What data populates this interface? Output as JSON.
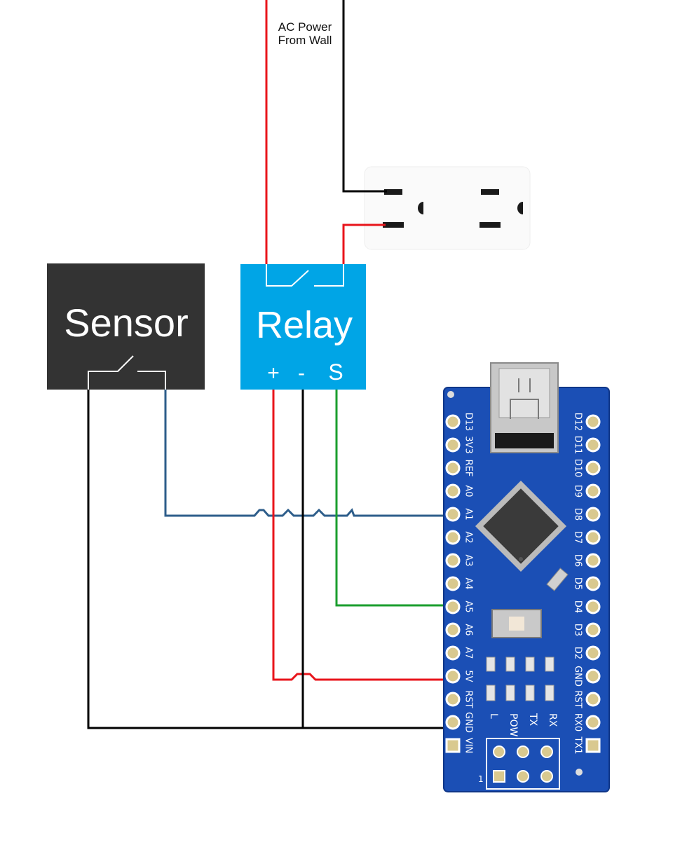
{
  "ac_label": {
    "line1": "AC Power",
    "line2": "From Wall"
  },
  "sensor": {
    "label": "Sensor"
  },
  "relay": {
    "label": "Relay",
    "pin_plus": "+",
    "pin_minus": "-",
    "pin_signal": "S"
  },
  "arduino": {
    "left_pins": [
      "D13",
      "3V3",
      "REF",
      "A0",
      "A1",
      "A2",
      "A3",
      "A4",
      "A5",
      "A6",
      "A7",
      "5V",
      "RST",
      "GND",
      "VIN"
    ],
    "right_pins": [
      "D12",
      "D11",
      "D10",
      "D9",
      "D8",
      "D7",
      "D6",
      "D5",
      "D4",
      "D3",
      "D2",
      "GND",
      "RST",
      "RX0",
      "TX1"
    ],
    "led_labels": [
      "L",
      "POW",
      "TX",
      "RX"
    ],
    "icsp_pin1": "1"
  },
  "colors": {
    "sensor_box": "#333333",
    "relay_box": "#00a5e6",
    "board": "#1b4fb5",
    "wire_red": "#e8141b",
    "wire_black": "#000000",
    "wire_blue": "#2d5d8a",
    "wire_green": "#1a9e2e"
  }
}
